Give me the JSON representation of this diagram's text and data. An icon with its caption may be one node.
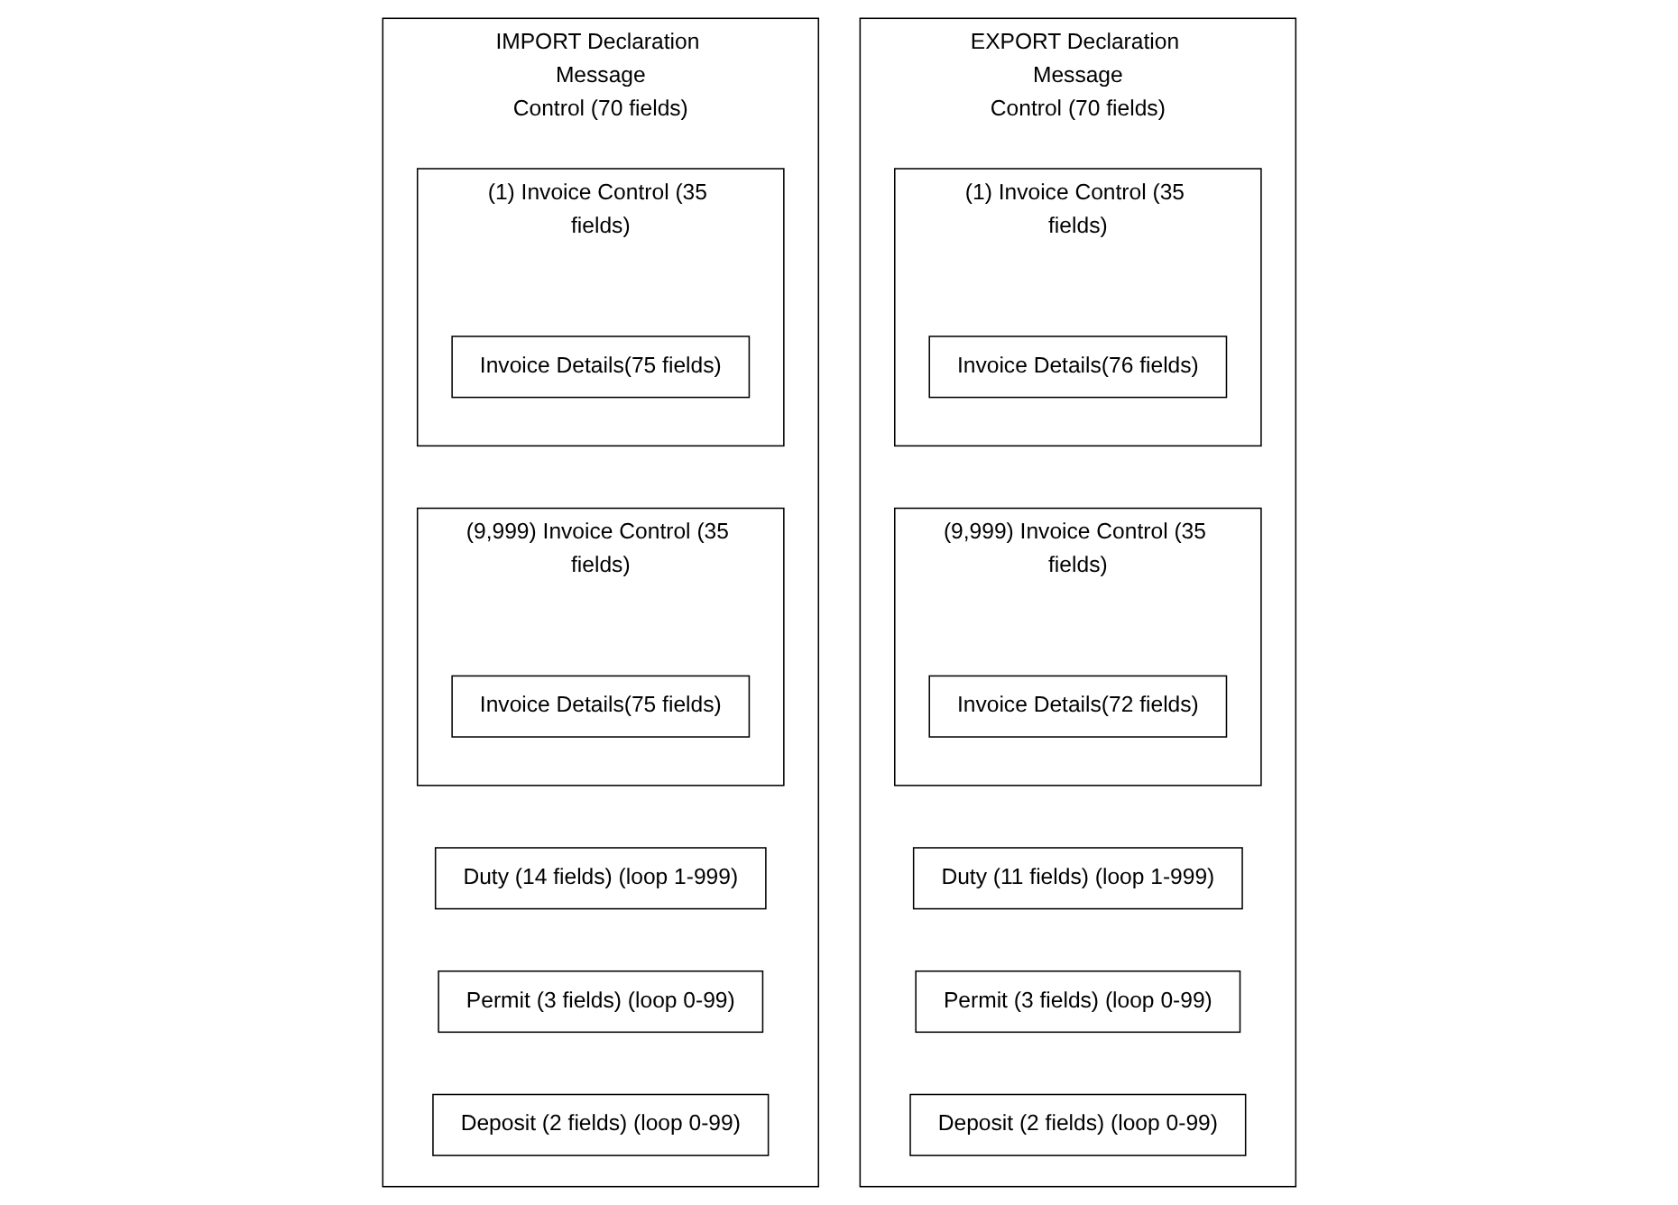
{
  "diagram": {
    "nodes": [
      {
        "text": [
          "IMPORT Declaration Message",
          "Control (70 fields)"
        ]
      },
      {
        "text": [
          "(1) Invoice Control (35 fields)"
        ],
        "in": 0
      },
      {
        "text": [
          "Invoice Details(75 fields)"
        ],
        "in": 1
      },
      {
        "text": [
          "(9,999) Invoice Control (35 fields)"
        ],
        "in": 0
      },
      {
        "text": [
          "Invoice Details(75 fields)"
        ],
        "in": 3
      },
      {
        "text": [
          "Duty (14 fields) (loop 1-999)"
        ],
        "in": 0
      },
      {
        "text": [
          "Permit (3 fields) (loop 0-99)"
        ],
        "in": 0
      },
      {
        "text": [
          "Deposit (2 fields) (loop 0-99)"
        ],
        "in": 0
      },
      {
        "text": [
          "EXPORT Declaration Message",
          "Control (70 fields)"
        ]
      },
      {
        "text": [
          "(1) Invoice Control (35 fields)"
        ],
        "in": 8
      },
      {
        "text": [
          "Invoice Details(76 fields)"
        ],
        "in": 9
      },
      {
        "text": [
          "(9,999) Invoice Control (35 fields)"
        ],
        "in": 8
      },
      {
        "text": [
          "Invoice Details(72 fields)"
        ],
        "in": 11
      },
      {
        "text": [
          "Duty (11 fields) (loop 1-999)"
        ],
        "in": 8
      },
      {
        "text": [
          "Permit (3 fields) (loop 0-99)"
        ],
        "in": 8
      },
      {
        "text": [
          "Deposit (2 fields) (loop 0-99)"
        ],
        "in": 8
      }
    ]
  }
}
